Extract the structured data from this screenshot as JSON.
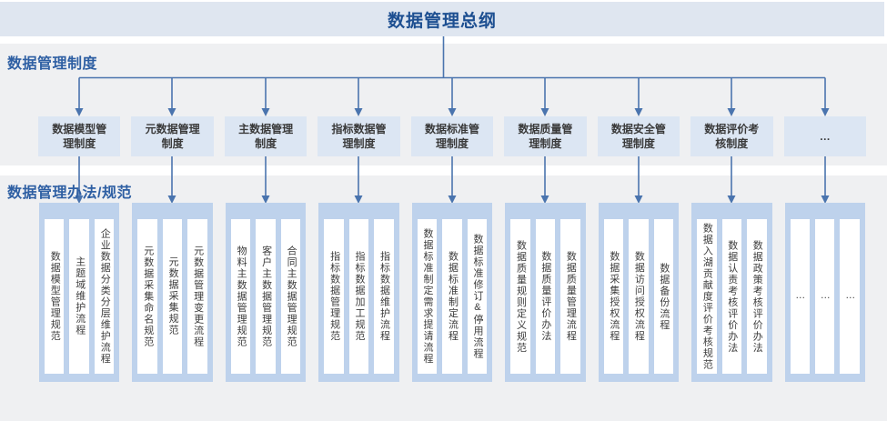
{
  "title": "数据管理总纲",
  "sections": {
    "systems_label": "数据管理制度",
    "measures_label": "数据管理办法/规范"
  },
  "colors": {
    "title_band": "#dfe6f0",
    "band": "#eff0f2",
    "system_box": "#dce6f3",
    "group_box": "#bed2ec",
    "strip": "#ffffff",
    "connector": "#4a74ae",
    "title_text": "#1d4f91",
    "section_label_text": "#2e5fa3",
    "body_text": "#3a3a3a"
  },
  "columns": [
    {
      "system_lines": [
        "数据模型管",
        "理制度"
      ],
      "items": [
        "数据模型管理规范",
        "主题域维护流程",
        "企业数据分类分层维护流程"
      ]
    },
    {
      "system_lines": [
        "元数据管理",
        "制度"
      ],
      "items": [
        "元数据采集命名规范",
        "元数据采集规范",
        "元数据管理变更流程"
      ]
    },
    {
      "system_lines": [
        "主数据管理",
        "制度"
      ],
      "items": [
        "物料主数据管理规范",
        "客户主数据管理规范",
        "合同主数据管理规范"
      ]
    },
    {
      "system_lines": [
        "指标数据管",
        "理制度"
      ],
      "items": [
        "指标数据管理规范",
        "指标数据加工规范",
        "指标数据维护流程"
      ]
    },
    {
      "system_lines": [
        "数据标准管",
        "理制度"
      ],
      "items": [
        "数据标准制定需求提请流程",
        "数据标准制定流程",
        "数据标准修订&停用流程"
      ]
    },
    {
      "system_lines": [
        "数据质量管",
        "理制度"
      ],
      "items": [
        "数据质量规则定义规范",
        "数据质量评价办法",
        "数据质量管理流程"
      ]
    },
    {
      "system_lines": [
        "数据安全管",
        "理制度"
      ],
      "items": [
        "数据采集授权流程",
        "数据访问授权流程",
        "数据备份流程"
      ]
    },
    {
      "system_lines": [
        "数据评价考",
        "核制度"
      ],
      "items": [
        "数据入湖贡献度评价考核规范",
        "数据认责考核评价办法",
        "数据政策考核评价办法"
      ]
    },
    {
      "system_lines": [
        "…"
      ],
      "items": [
        "…",
        "…",
        "…"
      ]
    }
  ]
}
